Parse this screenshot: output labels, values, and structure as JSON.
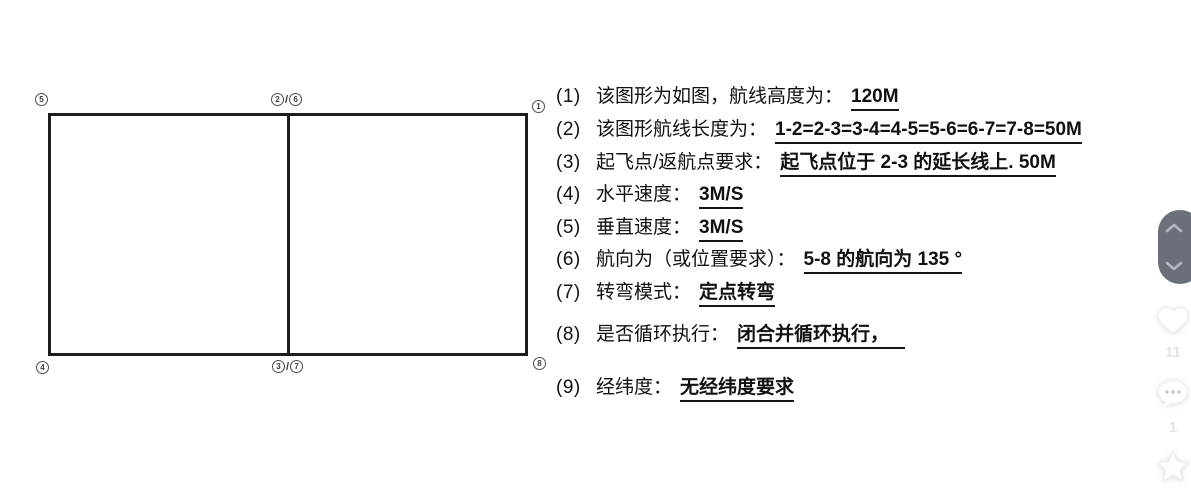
{
  "diagram": {
    "description": "rectangle flight route split into two equal squares by a vertical centre line",
    "slash": "/",
    "corners": {
      "top_left": "5",
      "top_mid_a": "2",
      "top_mid_b": "6",
      "top_right": "1",
      "bottom_left": "4",
      "bottom_mid_a": "3",
      "bottom_mid_b": "7",
      "bottom_right": "8"
    }
  },
  "list": {
    "items": [
      {
        "num": "(1)",
        "label": "该图形为如图，航线高度为：",
        "value": "120M"
      },
      {
        "num": "(2)",
        "label": "该图形航线长度为：",
        "value": "1-2=2-3=3-4=4-5=5-6=6-7=7-8=50M"
      },
      {
        "num": "(3)",
        "label": "起飞点/返航点要求：",
        "value": "起飞点位于 2-3 的延长线上. 50M"
      },
      {
        "num": "(4)",
        "label": "水平速度：",
        "value": "3M/S"
      },
      {
        "num": "(5)",
        "label": "垂直速度：",
        "value": "3M/S"
      },
      {
        "num": "(6)",
        "label": "航向为（或位置要求）：",
        "value": "5-8 的航向为 135 °"
      },
      {
        "num": "(7)",
        "label": "转弯模式：",
        "value": "定点转弯"
      },
      {
        "num": "(8)",
        "label": "是否循环执行：",
        "value": "闭合并循环执行，"
      },
      {
        "num": "(9)",
        "label": "经纬度：",
        "value": "无经纬度要求"
      }
    ]
  },
  "floating": {
    "like_count": "11",
    "comment_count": "1"
  },
  "colors": {
    "line": "#1d1d1d",
    "scroll_pill": "#6a6f79",
    "chevron": "#b3b7bd",
    "count_text": "#e2e2e2"
  }
}
